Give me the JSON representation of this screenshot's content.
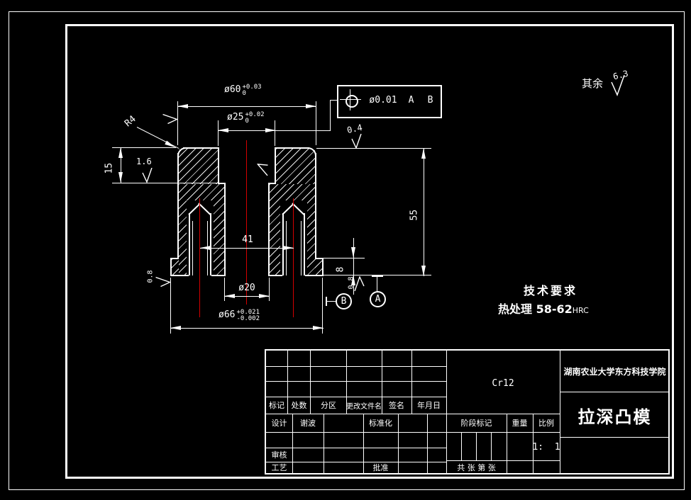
{
  "dims": {
    "d60": {
      "base": "ø60",
      "up": "+0.03",
      "dn": "0"
    },
    "d25": {
      "base": "ø25",
      "up": "+0.02",
      "dn": "0"
    },
    "d66": {
      "base": "ø66",
      "up": "+0.021",
      "dn": "-0.002"
    },
    "d20": "ø20",
    "d41": "41",
    "d15": "15",
    "d55": "55",
    "d8": "8",
    "r4": "R4"
  },
  "roughness": {
    "rest_label": "其余",
    "rest_value": "6.3",
    "counter_face": "0.4",
    "step_face": "1.6",
    "bottom_face": "0.8",
    "flange_side": "0.8"
  },
  "fcf": {
    "tolerance": "ø0.01",
    "datum_primary": "A",
    "datum_secondary": "B"
  },
  "datums": {
    "a": "A",
    "b": "B"
  },
  "notes": {
    "heading": "技术要求",
    "line": "热处理 58-62",
    "line_suffix": "HRC"
  },
  "title_block": {
    "col_mark": "标记",
    "col_count": "处数",
    "col_zone": "分区",
    "col_file": "更改文件名",
    "col_sign": "签名",
    "col_date": "年月日",
    "design_label": "设计",
    "designer": "谢波",
    "standardization_label": "标准化",
    "check_label": "审核",
    "process_label": "工艺",
    "approve_label": "批准",
    "material": "Cr12",
    "stage_label": "阶段标记",
    "weight_label": "重量",
    "scale_label": "比例",
    "scale_value": "1:  1",
    "sheet_note": "共 张 第 张",
    "org": "湖南农业大学东方科技学院",
    "part_name": "拉深凸模"
  }
}
